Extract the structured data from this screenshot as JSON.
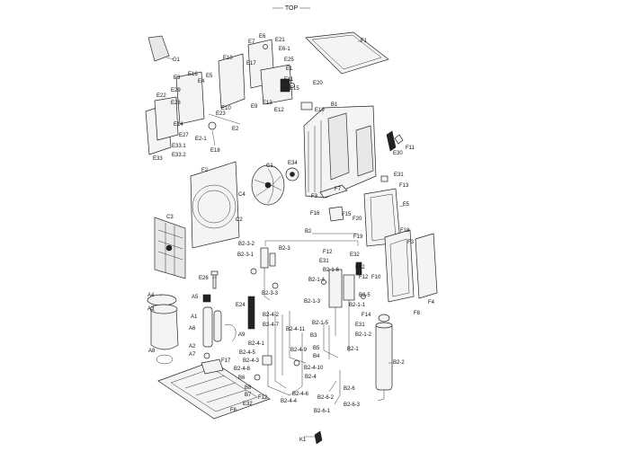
{
  "title": "TOP",
  "colors": {
    "line": "#222222",
    "background": "#ffffff"
  },
  "labels": {
    "F1": "F1",
    "G1": "G1",
    "E1": "E1",
    "E2": "E2",
    "E3": "E3",
    "E4": "E4",
    "E5": "E5",
    "E6": "E6",
    "E6_1": "E6-1",
    "E7": "E7",
    "E9": "E9",
    "E10a": "E10",
    "E10b": "E10",
    "E11": "E11",
    "E12": "E12",
    "E13": "E13",
    "E14": "E14",
    "E15": "E15",
    "E16": "E16",
    "E17": "E17",
    "E18": "E18",
    "E19": "E19",
    "E20": "E20",
    "E21": "E21",
    "E22": "E22",
    "E23": "E23",
    "E25": "E25",
    "E26": "E26",
    "E27": "E27",
    "E28": "E28",
    "E29": "E29",
    "E30": "E30",
    "E31a": "E31",
    "E31b": "E31",
    "E31c": "E31",
    "E32a": "E32",
    "E32b": "E32",
    "E33": "E33",
    "E33_1": "E33.1",
    "E33_2": "E33.2",
    "E34": "E34",
    "E2_1": "E2-1",
    "E24": "E24",
    "B1": "B1",
    "F11": "F11",
    "F13": "F13",
    "F7": "F7",
    "F3a": "F3",
    "F3b": "F3",
    "F16": "F16",
    "F15": "F15",
    "F20": "F20",
    "F5": "F5",
    "F18": "F18",
    "F19": "F19",
    "F12a": "F12",
    "F12b": "F12",
    "F12c": "F12",
    "F2": "F2",
    "C1": "C1",
    "C2": "C2",
    "C3": "C3",
    "C4": "C4",
    "F4": "F4",
    "F8": "F8",
    "F10": "F10",
    "F14": "F14",
    "F17": "F17",
    "F6": "F6",
    "B2": "B2",
    "B2_3_2": "B2-3-2",
    "B2_3": "B2-3",
    "B2_3_1": "B2-3-1",
    "B2_3_3": "B2-3-3",
    "B2_1_6": "B2-1-6",
    "B2_1_4": "B2-1-4",
    "B2_5": "B2-5",
    "B2_1_3": "B2-1-3",
    "B2_1_1": "B2-1-1",
    "B2_1_5": "B2-1-5",
    "B2_1_2": "B2-1-2",
    "B2_1": "B2-1",
    "B2_2": "B2-2",
    "B2_4_2": "B2-4-2",
    "B2_4_7": "B2-4-7",
    "B2_4_11": "B2-4-11",
    "B2_4_1": "B2-4-1",
    "B2_4_5": "B2-4-5",
    "B2_4_3": "B2-4-3",
    "B2_4_9": "B2-4-9",
    "B2_4_8": "B2-4-8",
    "B2_4_10": "B2-4-10",
    "B2_4": "B2-4",
    "B2_4_6": "B2-4-6",
    "B2_4_4": "B2-4-4",
    "B2_6": "B2-6",
    "B2_6_2": "B2-6-2",
    "B2_6_1": "B2-6-1",
    "B2_6_3": "B2-6-3",
    "B3": "B3",
    "B4": "B4",
    "B5": "B5",
    "B6": "B6",
    "B7": "B7",
    "B8": "B8",
    "A1": "A1",
    "A2": "A2",
    "A3": "A3",
    "A4": "A4",
    "A5": "A5",
    "A6": "A6",
    "A7": "A7",
    "A8": "A8",
    "A9": "A9",
    "K1": "K1"
  }
}
